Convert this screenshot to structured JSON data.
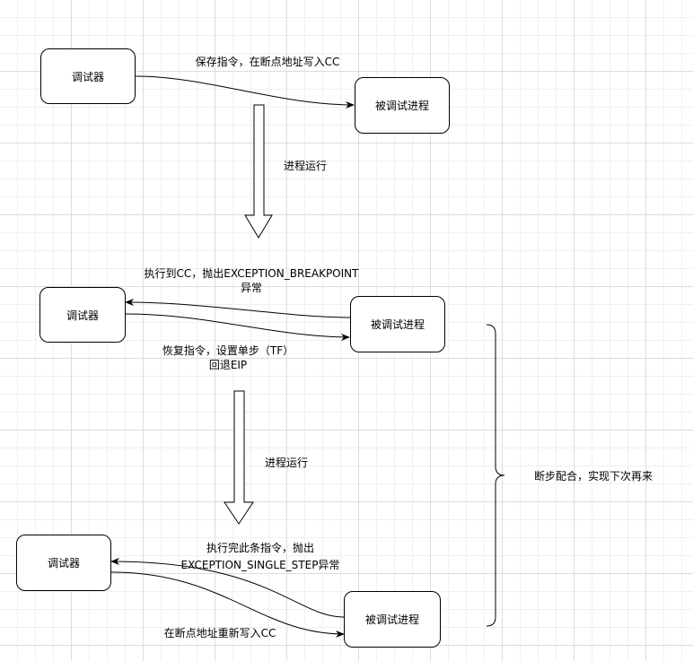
{
  "nodes": {
    "debugger_1": "调试器",
    "debuggee_1": "被调试进程",
    "debugger_2": "调试器",
    "debuggee_2": "被调试进程",
    "debugger_3": "调试器",
    "debuggee_3": "被调试进程"
  },
  "edges": {
    "save_write_cc": "保存指令，在断点地址写入CC",
    "run_1": "进程运行",
    "hit_cc_line1": "执行到CC，抛出EXCEPTION_BREAKPOINT",
    "hit_cc_line2": "异常",
    "restore_line1": "恢复指令，设置单步（TF）",
    "restore_line2": "回退EIP",
    "run_2": "进程运行",
    "single_step_line1": "执行完此条指令，抛出",
    "single_step_line2": "EXCEPTION_SINGLE_STEP异常",
    "rewrite_cc": "在断点地址重新写入CC"
  },
  "brace_label": "断步配合，实现下次再来"
}
